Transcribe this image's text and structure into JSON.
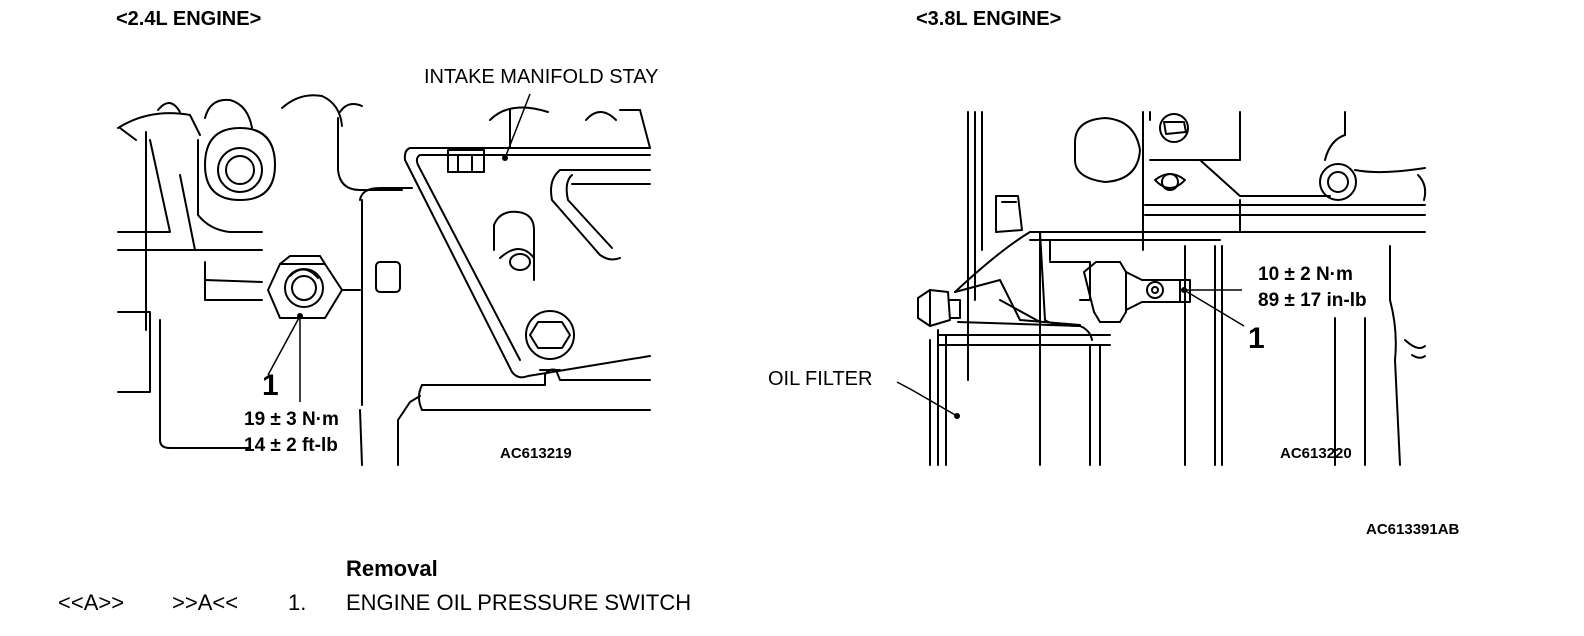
{
  "figure_left": {
    "engine_label": "<2.4L ENGINE>",
    "callout": "INTAKE MANIFOLD STAY",
    "index_no": "1",
    "torque_line1": "19 ± 3 N·m",
    "torque_line2": "14 ± 2 ft-lb",
    "figure_id": "AC613219"
  },
  "figure_right": {
    "engine_label": "<3.8L ENGINE>",
    "callout": "OIL FILTER",
    "index_no": "1",
    "torque_line1": "10 ± 2 N·m",
    "torque_line2": "89 ± 17 in-lb",
    "figure_id": "AC613220"
  },
  "illustration_id": "AC613391AB",
  "removal": {
    "title": "Removal",
    "items": [
      {
        "install_mark": "<<A>>",
        "removal_mark": ">>A<<",
        "number": "1.",
        "name": "ENGINE OIL PRESSURE SWITCH"
      }
    ]
  }
}
